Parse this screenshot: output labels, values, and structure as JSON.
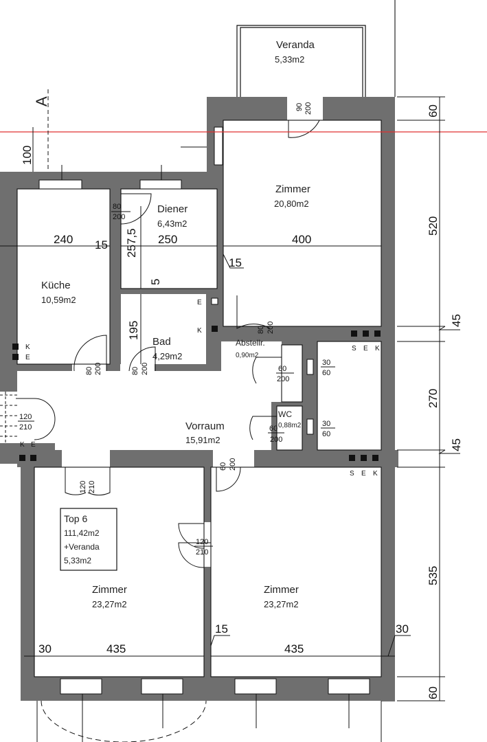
{
  "rooms": {
    "veranda": {
      "name": "Veranda",
      "area": "5,33m2"
    },
    "zimmer_top": {
      "name": "Zimmer",
      "area": "20,80m2"
    },
    "diener": {
      "name": "Diener",
      "area": "6,43m2"
    },
    "kueche": {
      "name": "Küche",
      "area": "10,59m2"
    },
    "bad": {
      "name": "Bad",
      "area": "4,29m2"
    },
    "abstellr": {
      "name": "Abstellr.",
      "area": "0,90m2"
    },
    "wc": {
      "name": "WC",
      "area": "0,88m2"
    },
    "vorraum": {
      "name": "Vorraum",
      "area": "15,91m2"
    },
    "zimmer_left": {
      "name": "Zimmer",
      "area": "23,27m2"
    },
    "zimmer_right": {
      "name": "Zimmer",
      "area": "23,27m2"
    }
  },
  "top_box": {
    "line1": "Top  6",
    "line2": "111,42m2",
    "line3": "+Veranda",
    "line4": "5,33m2"
  },
  "section_marker": "A",
  "dimensions": {
    "d100": "100",
    "d240": "240",
    "d15a": "15",
    "d250": "250",
    "d257": "257,5",
    "d400": "400",
    "d15b": "15",
    "d5": "5",
    "d195": "195",
    "d60_top": "60",
    "d520": "520",
    "d45a": "45",
    "d270": "270",
    "d45b": "45",
    "d535": "535",
    "d60_bot": "60",
    "d30_left": "30",
    "d435_left": "435",
    "d15c": "15",
    "d435_right": "435",
    "d30_right": "30"
  },
  "doors": {
    "veranda": {
      "w": "90",
      "h": "200"
    },
    "diener": {
      "w": "80",
      "h": "200"
    },
    "kueche": {
      "w": "80",
      "h": "200"
    },
    "bad": {
      "w": "80",
      "h": "200"
    },
    "abst": {
      "w": "80",
      "h": "200"
    },
    "abst_shaft": {
      "w": "60",
      "h": "200"
    },
    "wc": {
      "w": "60",
      "h": "200"
    },
    "shaft1": {
      "w": "30",
      "h": "60"
    },
    "shaft2": {
      "w": "30",
      "h": "60"
    },
    "entry": {
      "w": "120",
      "h": "210"
    },
    "vorraum_zimmer": {
      "w": "60",
      "h": "200"
    },
    "zimmer_left": {
      "w": "120",
      "h": "210"
    },
    "zimmers_between": {
      "w": "120",
      "h": "210"
    }
  },
  "installation_marks": {
    "e": "E",
    "k": "K",
    "s": "S"
  },
  "colors": {
    "wall": "#6f6f6f",
    "section_line": "#e03030",
    "line": "#111111"
  }
}
